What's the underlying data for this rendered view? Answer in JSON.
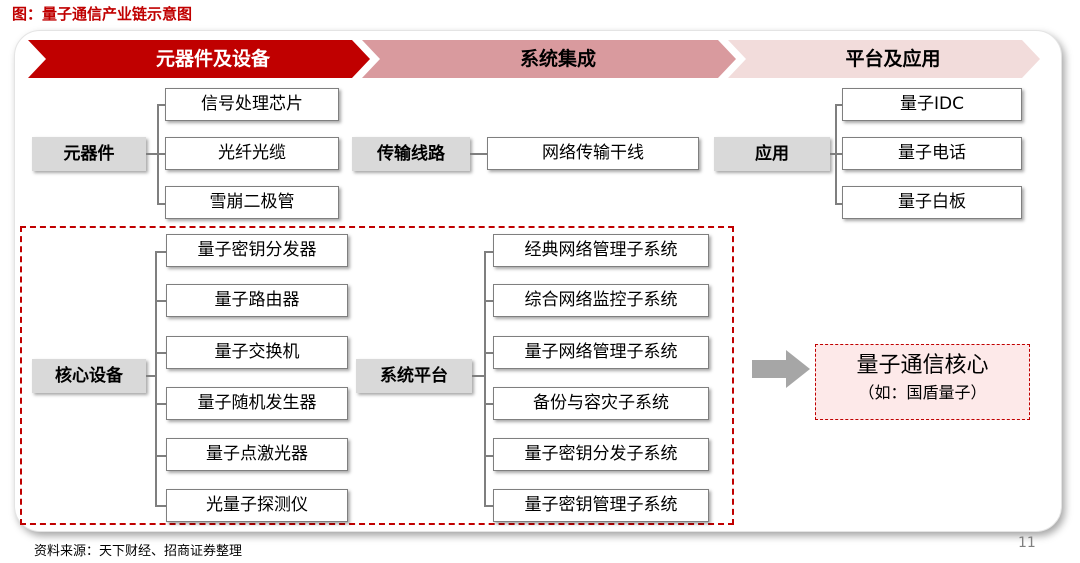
{
  "title": "图：量子通信产业链示意图",
  "stages": [
    {
      "label": "元器件及设备",
      "color": "#c00000",
      "text_color": "#ffffff"
    },
    {
      "label": "系统集成",
      "color": "#d99a9e",
      "text_color": "#000000"
    },
    {
      "label": "平台及应用",
      "color": "#f2dcdb",
      "text_color": "#000000"
    }
  ],
  "top": {
    "components": {
      "label": "元器件",
      "items": [
        "信号处理芯片",
        "光纤光缆",
        "雪崩二极管"
      ]
    },
    "transmission": {
      "label": "传输线路",
      "item": "网络传输干线"
    },
    "applications": {
      "label": "应用",
      "items": [
        "量子IDC",
        "量子电话",
        "量子白板"
      ]
    }
  },
  "bottom": {
    "core_devices": {
      "label": "核心设备",
      "items": [
        "量子密钥分发器",
        "量子路由器",
        "量子交换机",
        "量子随机发生器",
        "量子点激光器",
        "光量子探测仪"
      ]
    },
    "system_platform": {
      "label": "系统平台",
      "items": [
        "经典网络管理子系统",
        "综合网络监控子系统",
        "量子网络管理子系统",
        "备份与容灾子系统",
        "量子密钥分发子系统",
        "量子密钥管理子系统"
      ]
    },
    "core": {
      "main": "量子通信核心",
      "sub": "（如：国盾量子）"
    }
  },
  "colors": {
    "accent_red": "#c00000",
    "arrow_gray": "#a6a6a6",
    "box_gray": "#d9d9d9"
  },
  "source": "资料来源：天下财经、招商证券整理",
  "page_number": "11"
}
